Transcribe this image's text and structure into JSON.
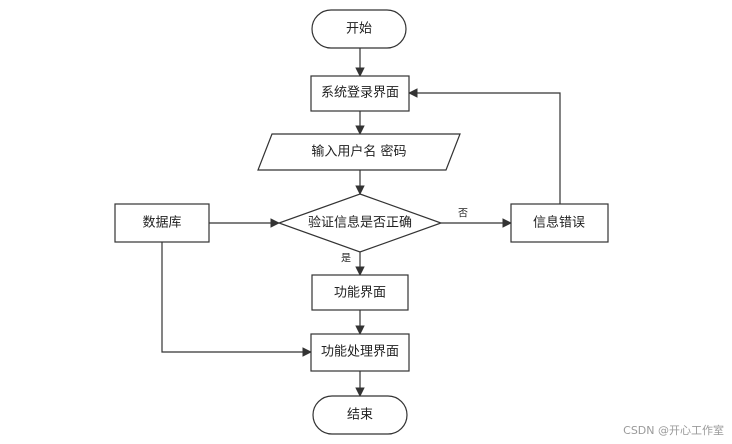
{
  "diagram": {
    "colors": {
      "stroke": "#333333",
      "fill": "#ffffff",
      "text": "#222222"
    },
    "nodes": {
      "start": {
        "label": "开始"
      },
      "login": {
        "label": "系统登录界面"
      },
      "input": {
        "label": "输入用户名 密码"
      },
      "verify": {
        "label": "验证信息是否正确"
      },
      "database": {
        "label": "数据库"
      },
      "error": {
        "label": "信息错误"
      },
      "function": {
        "label": "功能界面"
      },
      "process": {
        "label": "功能处理界面"
      },
      "end": {
        "label": "结束"
      }
    },
    "edge_labels": {
      "no": "否",
      "yes": "是"
    }
  },
  "watermark": "CSDN @开心工作室"
}
